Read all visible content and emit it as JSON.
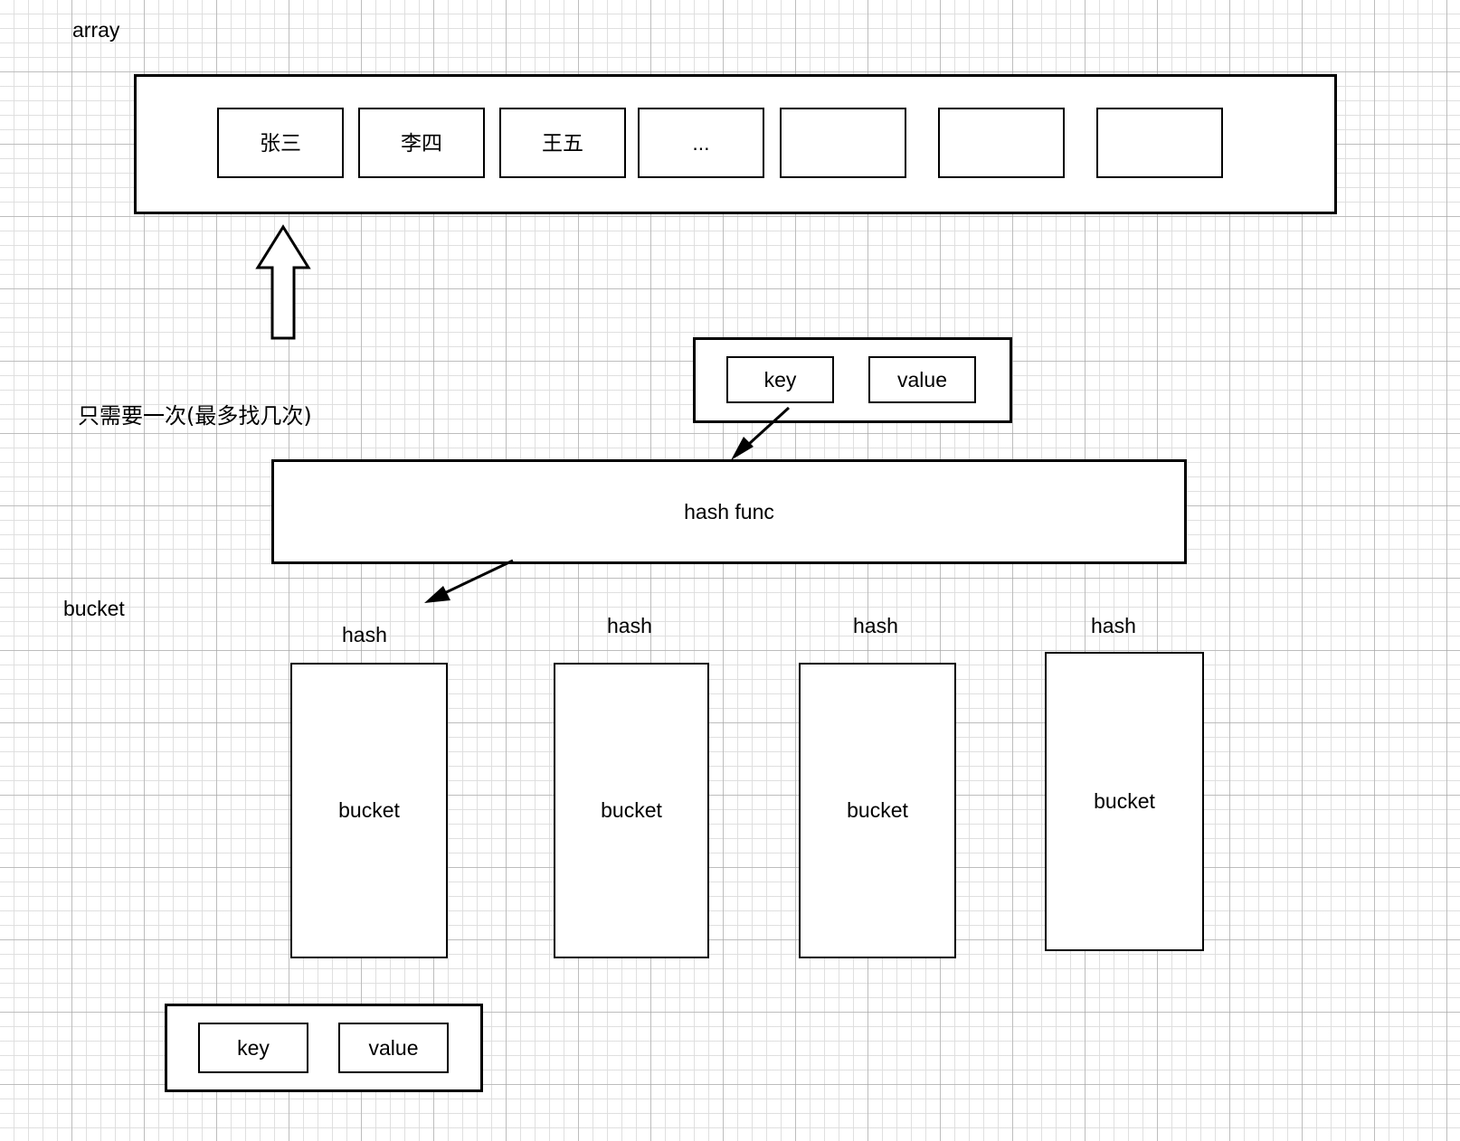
{
  "diagram": {
    "title_labels": {
      "array": "array",
      "bucket": "bucket",
      "note_cn": "只需要一次(最多找几次)"
    },
    "array_section": {
      "label": "array",
      "cells": [
        {
          "text": "张三",
          "empty": false
        },
        {
          "text": "李四",
          "empty": false
        },
        {
          "text": "王五",
          "empty": false
        },
        {
          "text": "...",
          "empty": false
        },
        {
          "text": "",
          "empty": true
        },
        {
          "text": "",
          "empty": true
        },
        {
          "text": "",
          "empty": true
        }
      ]
    },
    "entry_top": {
      "key_label": "key",
      "value_label": "value"
    },
    "hash_func": {
      "label": "hash func"
    },
    "buckets_section": {
      "side_label": "bucket",
      "buckets": [
        {
          "hash_label": "hash",
          "body_label": "bucket"
        },
        {
          "hash_label": "hash",
          "body_label": "bucket"
        },
        {
          "hash_label": "hash",
          "body_label": "bucket"
        },
        {
          "hash_label": "hash",
          "body_label": "bucket"
        }
      ]
    },
    "entry_bottom": {
      "key_label": "key",
      "value_label": "value"
    },
    "colors": {
      "stroke": "#000000",
      "background": "#ffffff",
      "grid_minor": "#dcdcdc",
      "grid_major": "#a0a0a0"
    }
  }
}
